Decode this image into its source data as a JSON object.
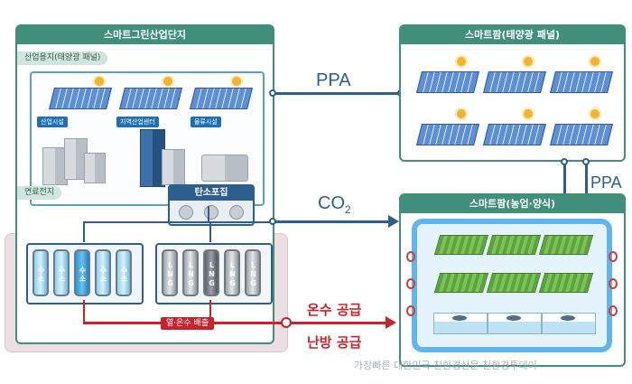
{
  "smart_industrial": {
    "title": "스마트그린산업단지",
    "solar_section": "산업용지(태양광 패널)",
    "labels": [
      "산업시설",
      "지역산업센터",
      "물류시설"
    ],
    "fuel_cell_section": "연료전지",
    "carbon_capture": "탄소포집",
    "hydrogen_tanks": [
      "수소",
      "수소",
      "수소",
      "수소",
      "수소"
    ],
    "lng_tanks": [
      "LNG",
      "LNG",
      "LNG",
      "LNG",
      "LNG"
    ],
    "heat_label": "열·온수 배출"
  },
  "smart_farm_solar": {
    "title": "스마트팜(태양광 패널)"
  },
  "smart_farm_agri": {
    "title": "스마트팜(농업·양식)"
  },
  "flows": {
    "ppa_top": "PPA",
    "ppa_right": "PPA",
    "co2": "CO",
    "co2_sub": "2",
    "hot_water": "온수 공급",
    "heating": "난방 공급"
  },
  "watermark": "가장빠른 대한민국 친환경신문 친환경투데이",
  "colors": {
    "panel_green": "#3f8f7a",
    "pipe_blue": "#2c5f8e",
    "heat_red": "#c8232c"
  }
}
